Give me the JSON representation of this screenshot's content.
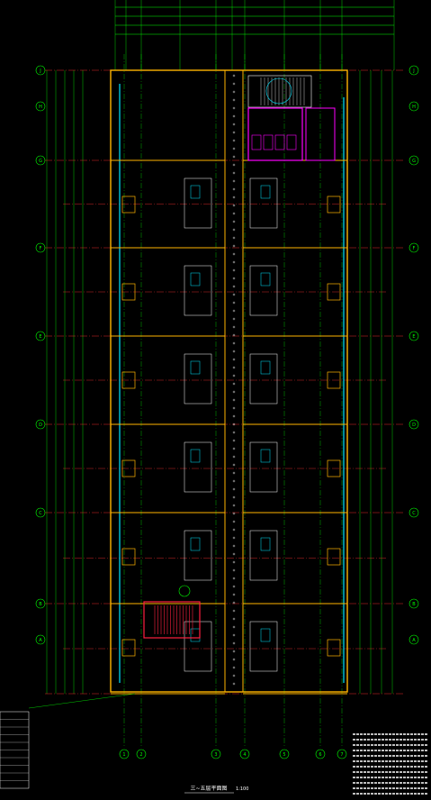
{
  "drawing": {
    "title": "三~五层平面图",
    "scale": "1:100",
    "colors": {
      "background": "#000000",
      "wall": "#ffb400",
      "glazing": "#00e5ff",
      "axis": "#00ff00",
      "grid_line": "#ff3030",
      "stair": "#ff2040",
      "toilet": "#ff00ff",
      "annotation": "#ffffff"
    },
    "row_axes": [
      "J",
      "H",
      "G",
      "F",
      "E",
      "D",
      "C",
      "B",
      "A"
    ],
    "column_axes": [
      "1",
      "2",
      "3",
      "4",
      "5",
      "6",
      "7"
    ],
    "notes_count": 12,
    "legend_rows": 10
  }
}
